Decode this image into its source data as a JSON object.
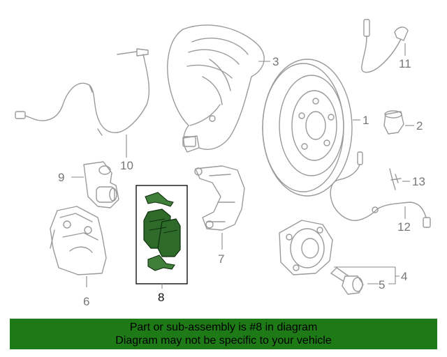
{
  "diagram": {
    "highlight_color": "#2e6b2a",
    "callouts": {
      "c1": "1",
      "c2": "2",
      "c3": "3",
      "c4": "4",
      "c5": "5",
      "c6": "6",
      "c7": "7",
      "c8": "8",
      "c9": "9",
      "c10": "10",
      "c11": "11",
      "c12": "12",
      "c13": "13"
    }
  },
  "banner": {
    "line1": "Part or sub-assembly is #8 in diagram",
    "line2": "Diagram may not be specific to your vehicle",
    "background": "#1e7a17"
  }
}
